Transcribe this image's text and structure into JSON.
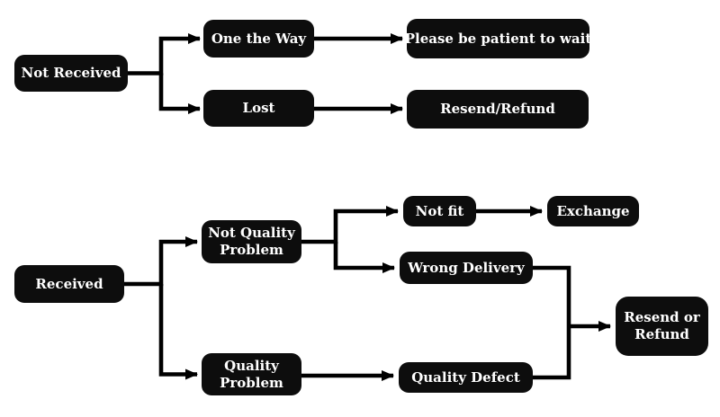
{
  "diagram": {
    "colors": {
      "background": "#ffffff",
      "node_bg": "#0d0d0d",
      "node_text": "#ffffff",
      "connector": "#000000"
    },
    "nodes": {
      "not_received": {
        "label": "Not Received"
      },
      "one_the_way": {
        "label": "One the Way"
      },
      "please_wait": {
        "label": "Please be patient to wait"
      },
      "lost": {
        "label": "Lost"
      },
      "resend_refund": {
        "label": "Resend/Refund"
      },
      "received": {
        "label": "Received"
      },
      "not_quality_problem": {
        "label": "Not Quality Problem"
      },
      "quality_problem": {
        "label": "Quality Problem"
      },
      "not_fit": {
        "label": "Not fit"
      },
      "exchange": {
        "label": "Exchange"
      },
      "wrong_delivery": {
        "label": "Wrong Delivery"
      },
      "quality_defect": {
        "label": "Quality Defect"
      },
      "resend_or_refund": {
        "label": "Resend or Refund"
      }
    },
    "edges": [
      {
        "from": "not_received",
        "to": "one_the_way"
      },
      {
        "from": "not_received",
        "to": "lost"
      },
      {
        "from": "one_the_way",
        "to": "please_wait"
      },
      {
        "from": "lost",
        "to": "resend_refund"
      },
      {
        "from": "received",
        "to": "not_quality_problem"
      },
      {
        "from": "received",
        "to": "quality_problem"
      },
      {
        "from": "not_quality_problem",
        "to": "not_fit"
      },
      {
        "from": "not_quality_problem",
        "to": "wrong_delivery"
      },
      {
        "from": "not_fit",
        "to": "exchange"
      },
      {
        "from": "wrong_delivery",
        "to": "resend_or_refund"
      },
      {
        "from": "quality_problem",
        "to": "quality_defect"
      },
      {
        "from": "quality_defect",
        "to": "resend_or_refund"
      }
    ]
  }
}
